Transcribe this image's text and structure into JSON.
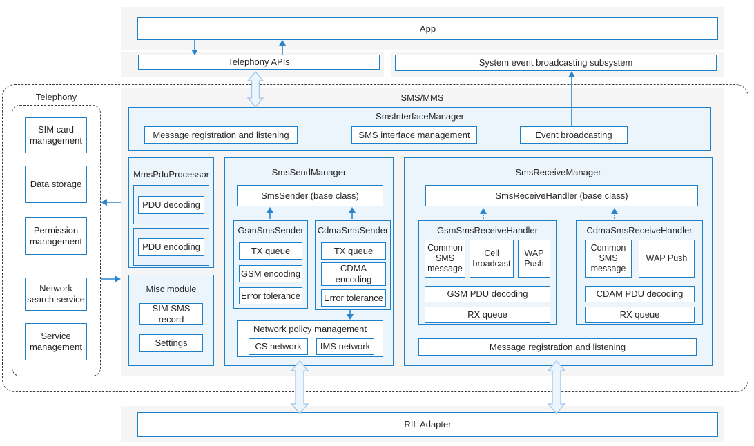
{
  "app": {
    "label": "App"
  },
  "telephony_apis": {
    "label": "Telephony APIs"
  },
  "system_event": {
    "label": "System event broadcasting subsystem"
  },
  "telephony": {
    "label": "Telephony",
    "items": [
      "SIM card management",
      "Data storage",
      "Permission management",
      "Network search service",
      "Service management"
    ]
  },
  "sms_mms": {
    "label": "SMS/MMS",
    "interface_manager": {
      "title": "SmsInterfaceManager",
      "items": [
        "Message registration and listening",
        "SMS interface management",
        "Event broadcasting"
      ]
    },
    "mms_pdu_processor": {
      "title": "MmsPduProcessor",
      "items": [
        "PDU decoding",
        "PDU encoding"
      ]
    },
    "misc_module": {
      "title": "Misc module",
      "items": [
        "SIM SMS record",
        "Settings"
      ]
    },
    "send_manager": {
      "title": "SmsSendManager",
      "base": "SmsSender (base class)",
      "gsm": {
        "title": "GsmSmsSender",
        "items": [
          "TX queue",
          "GSM encoding",
          "Error tolerance"
        ]
      },
      "cdma": {
        "title": "CdmaSmsSender",
        "items": [
          "TX queue",
          "CDMA encoding",
          "Error tolerance"
        ]
      },
      "network_policy": {
        "title": "Network policy management",
        "items": [
          "CS network",
          "IMS network"
        ]
      }
    },
    "receive_manager": {
      "title": "SmsReceiveManager",
      "base": "SmsReceiveHandler (base class)",
      "gsm": {
        "title": "GsmSmsReceiveHandler",
        "row": [
          "Common SMS message",
          "Cell broadcast",
          "WAP Push"
        ],
        "items": [
          "GSM PDU decoding",
          "RX queue"
        ]
      },
      "cdma": {
        "title": "CdmaSmsReceiveHandler",
        "row": [
          "Common SMS message",
          "WAP Push"
        ],
        "items": [
          "CDAM PDU decoding",
          "RX queue"
        ]
      },
      "bottom": "Message registration and listening"
    }
  },
  "ril_adapter": {
    "label": "RIL Adapter"
  },
  "colors": {
    "border_blue": "#1e80c8",
    "arrow_blue": "#2a85cc",
    "module_fill": "#edf5fc",
    "band_gray": "#f5f5f6",
    "hollow_arrow_fill": "#edf5fc",
    "hollow_arrow_stroke": "#9ec5e8"
  }
}
